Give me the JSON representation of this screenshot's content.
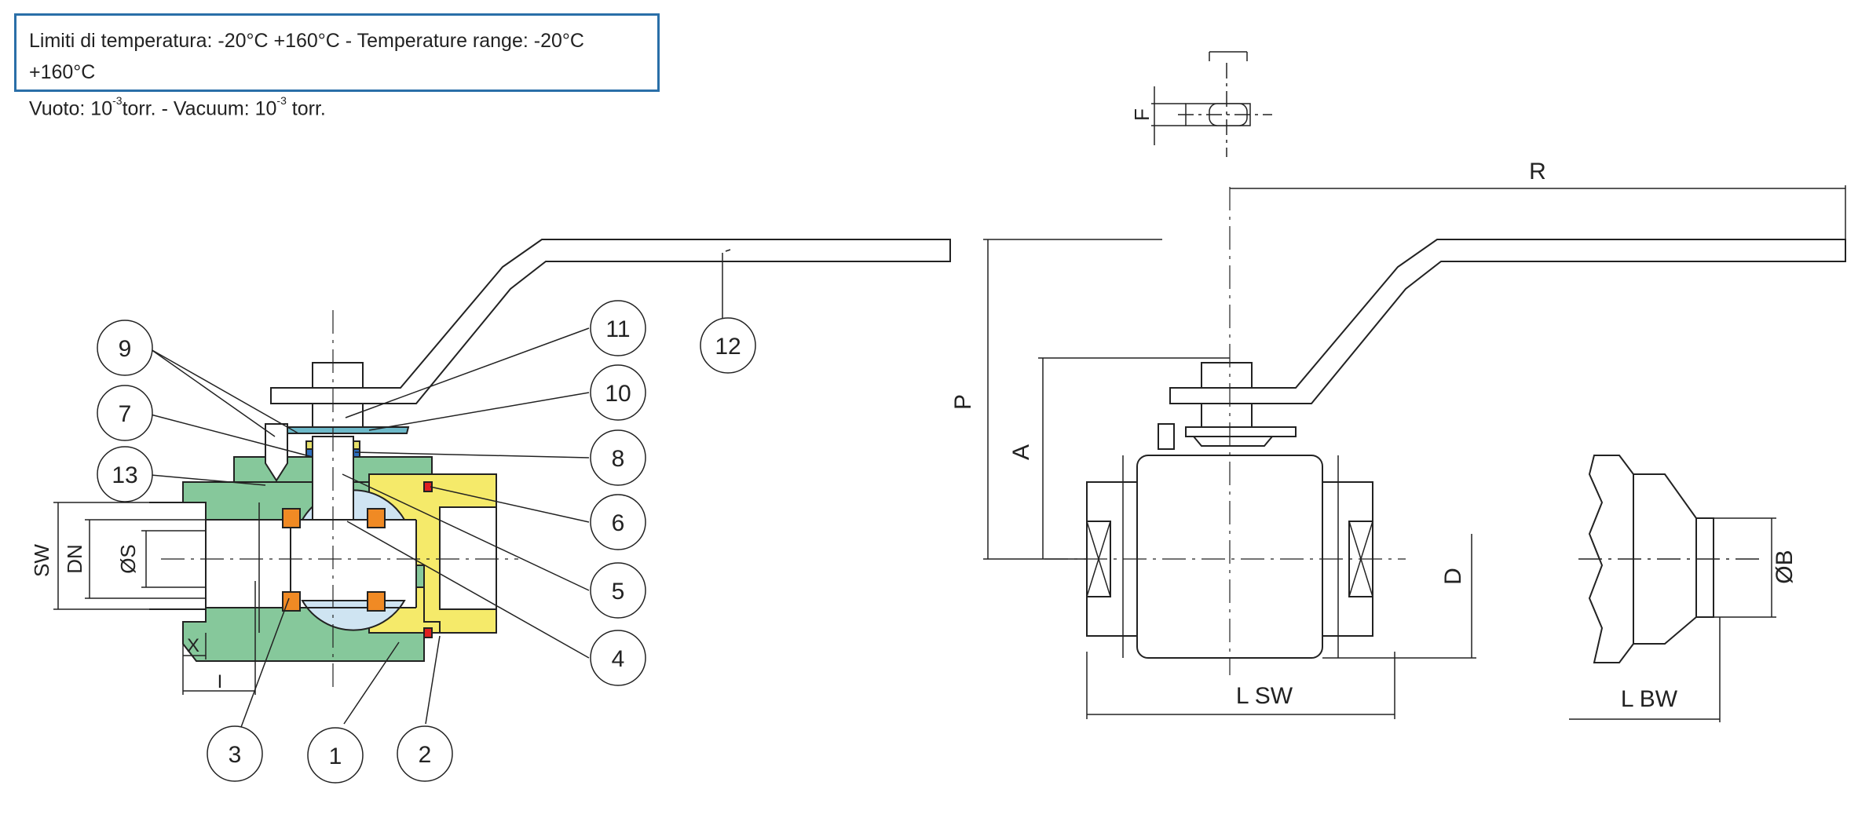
{
  "info": {
    "line1": "Limiti di temperatura: -20°C +160°C - Temperature range: -20°C +160°C",
    "line2_a": "Vuoto: 10",
    "line2_exp": "-3",
    "line2_b": "torr. - Vacuum: 10",
    "line2_exp2": "-3",
    "line2_c": " torr."
  },
  "parts": [
    "1",
    "2",
    "3",
    "4",
    "5",
    "6",
    "7",
    "8",
    "9",
    "10",
    "11",
    "12",
    "13"
  ],
  "dimensions": {
    "sw": "SW",
    "dn": "DN",
    "s": "ØS",
    "x": "X",
    "i": "I",
    "f": "F",
    "r": "R",
    "p": "P",
    "a": "A",
    "d": "D",
    "lsw": "L SW",
    "lbw": "L  BW",
    "b": "ØB"
  },
  "colors": {
    "body": "#86c89b",
    "end_cap": "#f5ea6a",
    "ball": "#cfe4f2",
    "seat": "#f08a24",
    "oring_red": "#e02020",
    "packing_blue": "#2e6fbf",
    "gland": "#6db9c9",
    "border": "#2a6fa8"
  }
}
